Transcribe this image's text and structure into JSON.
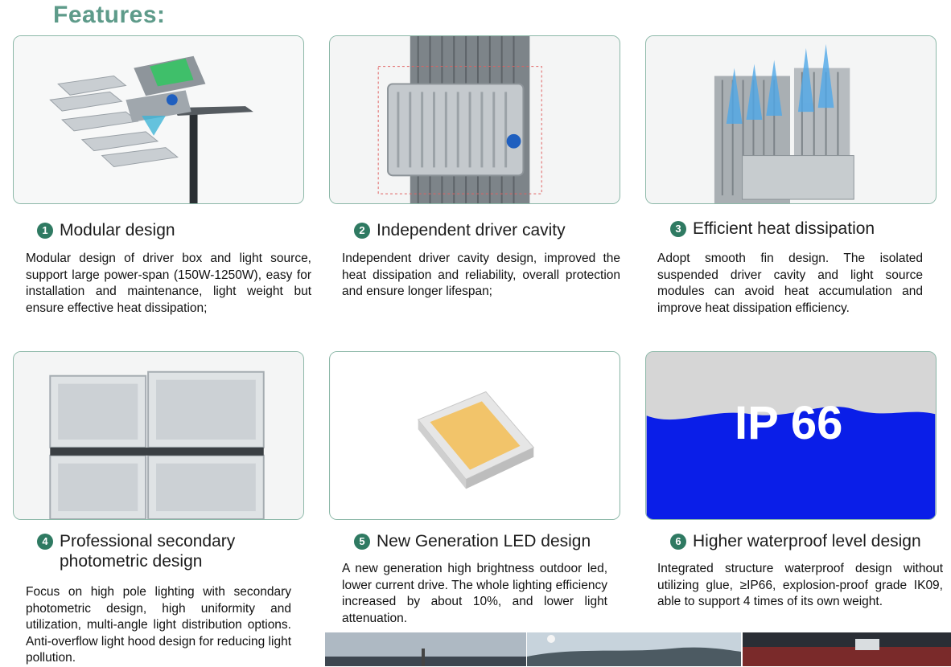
{
  "heading": "Features:",
  "features": [
    {
      "num": "1",
      "title": "Modular design",
      "desc": "Modular design of driver box and light source, support large power-span (150W-1250W), easy for installation and maintenance, light weight but ensure effective heat dissipation;"
    },
    {
      "num": "2",
      "title": "Independent driver cavity",
      "desc": "Independent driver cavity design, improved the heat dissipation and reliability, overall protection and ensure longer lifespan;"
    },
    {
      "num": "3",
      "title": "Efficient heat dissipation",
      "desc": "Adopt smooth fin design. The isolated suspended driver cavity and light source modules can avoid heat accumulation and improve heat dissipation efficiency."
    },
    {
      "num": "4",
      "title_line1": "Professional secondary",
      "title_line2": "photometric design",
      "desc": "Focus on high pole lighting with secondary photometric design, high uniformity and utilization, multi-angle light distribution options. Anti-overflow light hood design for reducing light pollution."
    },
    {
      "num": "5",
      "title": "New Generation LED design",
      "desc": "A new generation high brightness outdoor led, lower current drive. The whole lighting efficiency increased by about 10%, and lower light attenuation."
    },
    {
      "num": "6",
      "title": "Higher waterproof level design",
      "desc": "Integrated structure waterproof design without utilizing glue, ≥IP66, explosion-proof grade IK09, able to support 4 times of its own weight."
    }
  ],
  "ip_badge": "IP 66",
  "colors": {
    "accent": "#5e9b8a",
    "number_badge": "#2f7a62",
    "card_border": "#8cb8a8",
    "water": "#0a1ee8"
  }
}
